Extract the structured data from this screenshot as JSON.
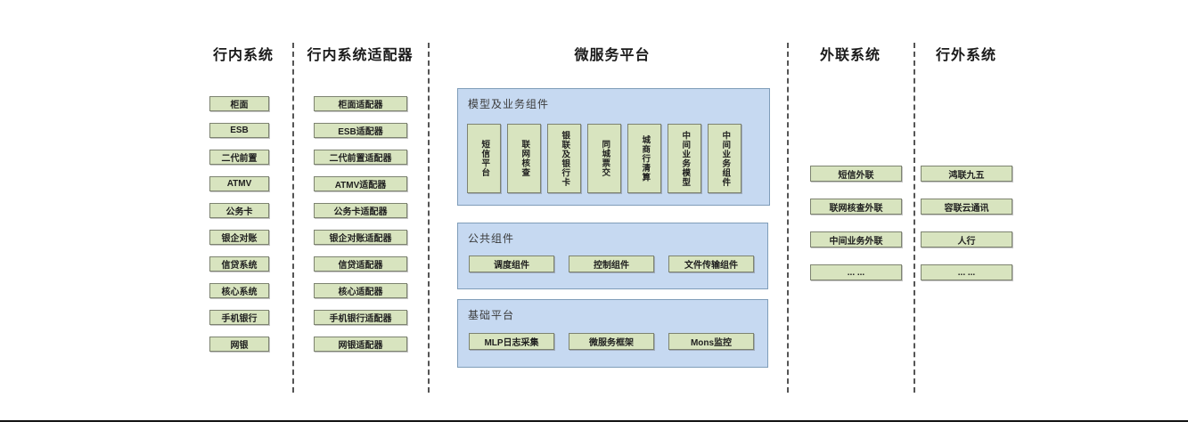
{
  "diagram": {
    "columns": {
      "internal_systems": {
        "title": "行内系统",
        "items": [
          "柜面",
          "ESB",
          "二代前置",
          "ATMV",
          "公务卡",
          "银企对账",
          "信贷系统",
          "核心系统",
          "手机银行",
          "网银"
        ]
      },
      "internal_adapters": {
        "title": "行内系统适配器",
        "items": [
          "柜面适配器",
          "ESB适配器",
          "二代前置适配器",
          "ATMV适配器",
          "公务卡适配器",
          "银企对账适配器",
          "信贷适配器",
          "核心适配器",
          "手机银行适配器",
          "网银适配器"
        ]
      },
      "microservice_platform": {
        "title": "微服务平台",
        "groups": {
          "model_business": {
            "title": "模型及业务组件",
            "items": [
              "短信平台",
              "联网核查",
              "银联及银行卡",
              "同城票交",
              "城商行清算",
              "中间业务模型",
              "中间业务组件"
            ]
          },
          "common": {
            "title": "公共组件",
            "items": [
              "调度组件",
              "控制组件",
              "文件传输组件"
            ]
          },
          "base": {
            "title": "基础平台",
            "items": [
              "MLP日志采集",
              "微服务框架",
              "Mons监控"
            ]
          }
        }
      },
      "external_link_systems": {
        "title": "外联系统",
        "items": [
          "短信外联",
          "联网核查外联",
          "中间业务外联",
          "... ..."
        ]
      },
      "outside_systems": {
        "title": "行外系统",
        "items": [
          "鸿联九五",
          "容联云通讯",
          "人行",
          "... ..."
        ]
      }
    },
    "colors": {
      "box_fill": "#d8e4bf",
      "box_border": "#7d8370",
      "panel_fill": "#c6d9f1",
      "panel_border": "#7f9db9"
    }
  }
}
